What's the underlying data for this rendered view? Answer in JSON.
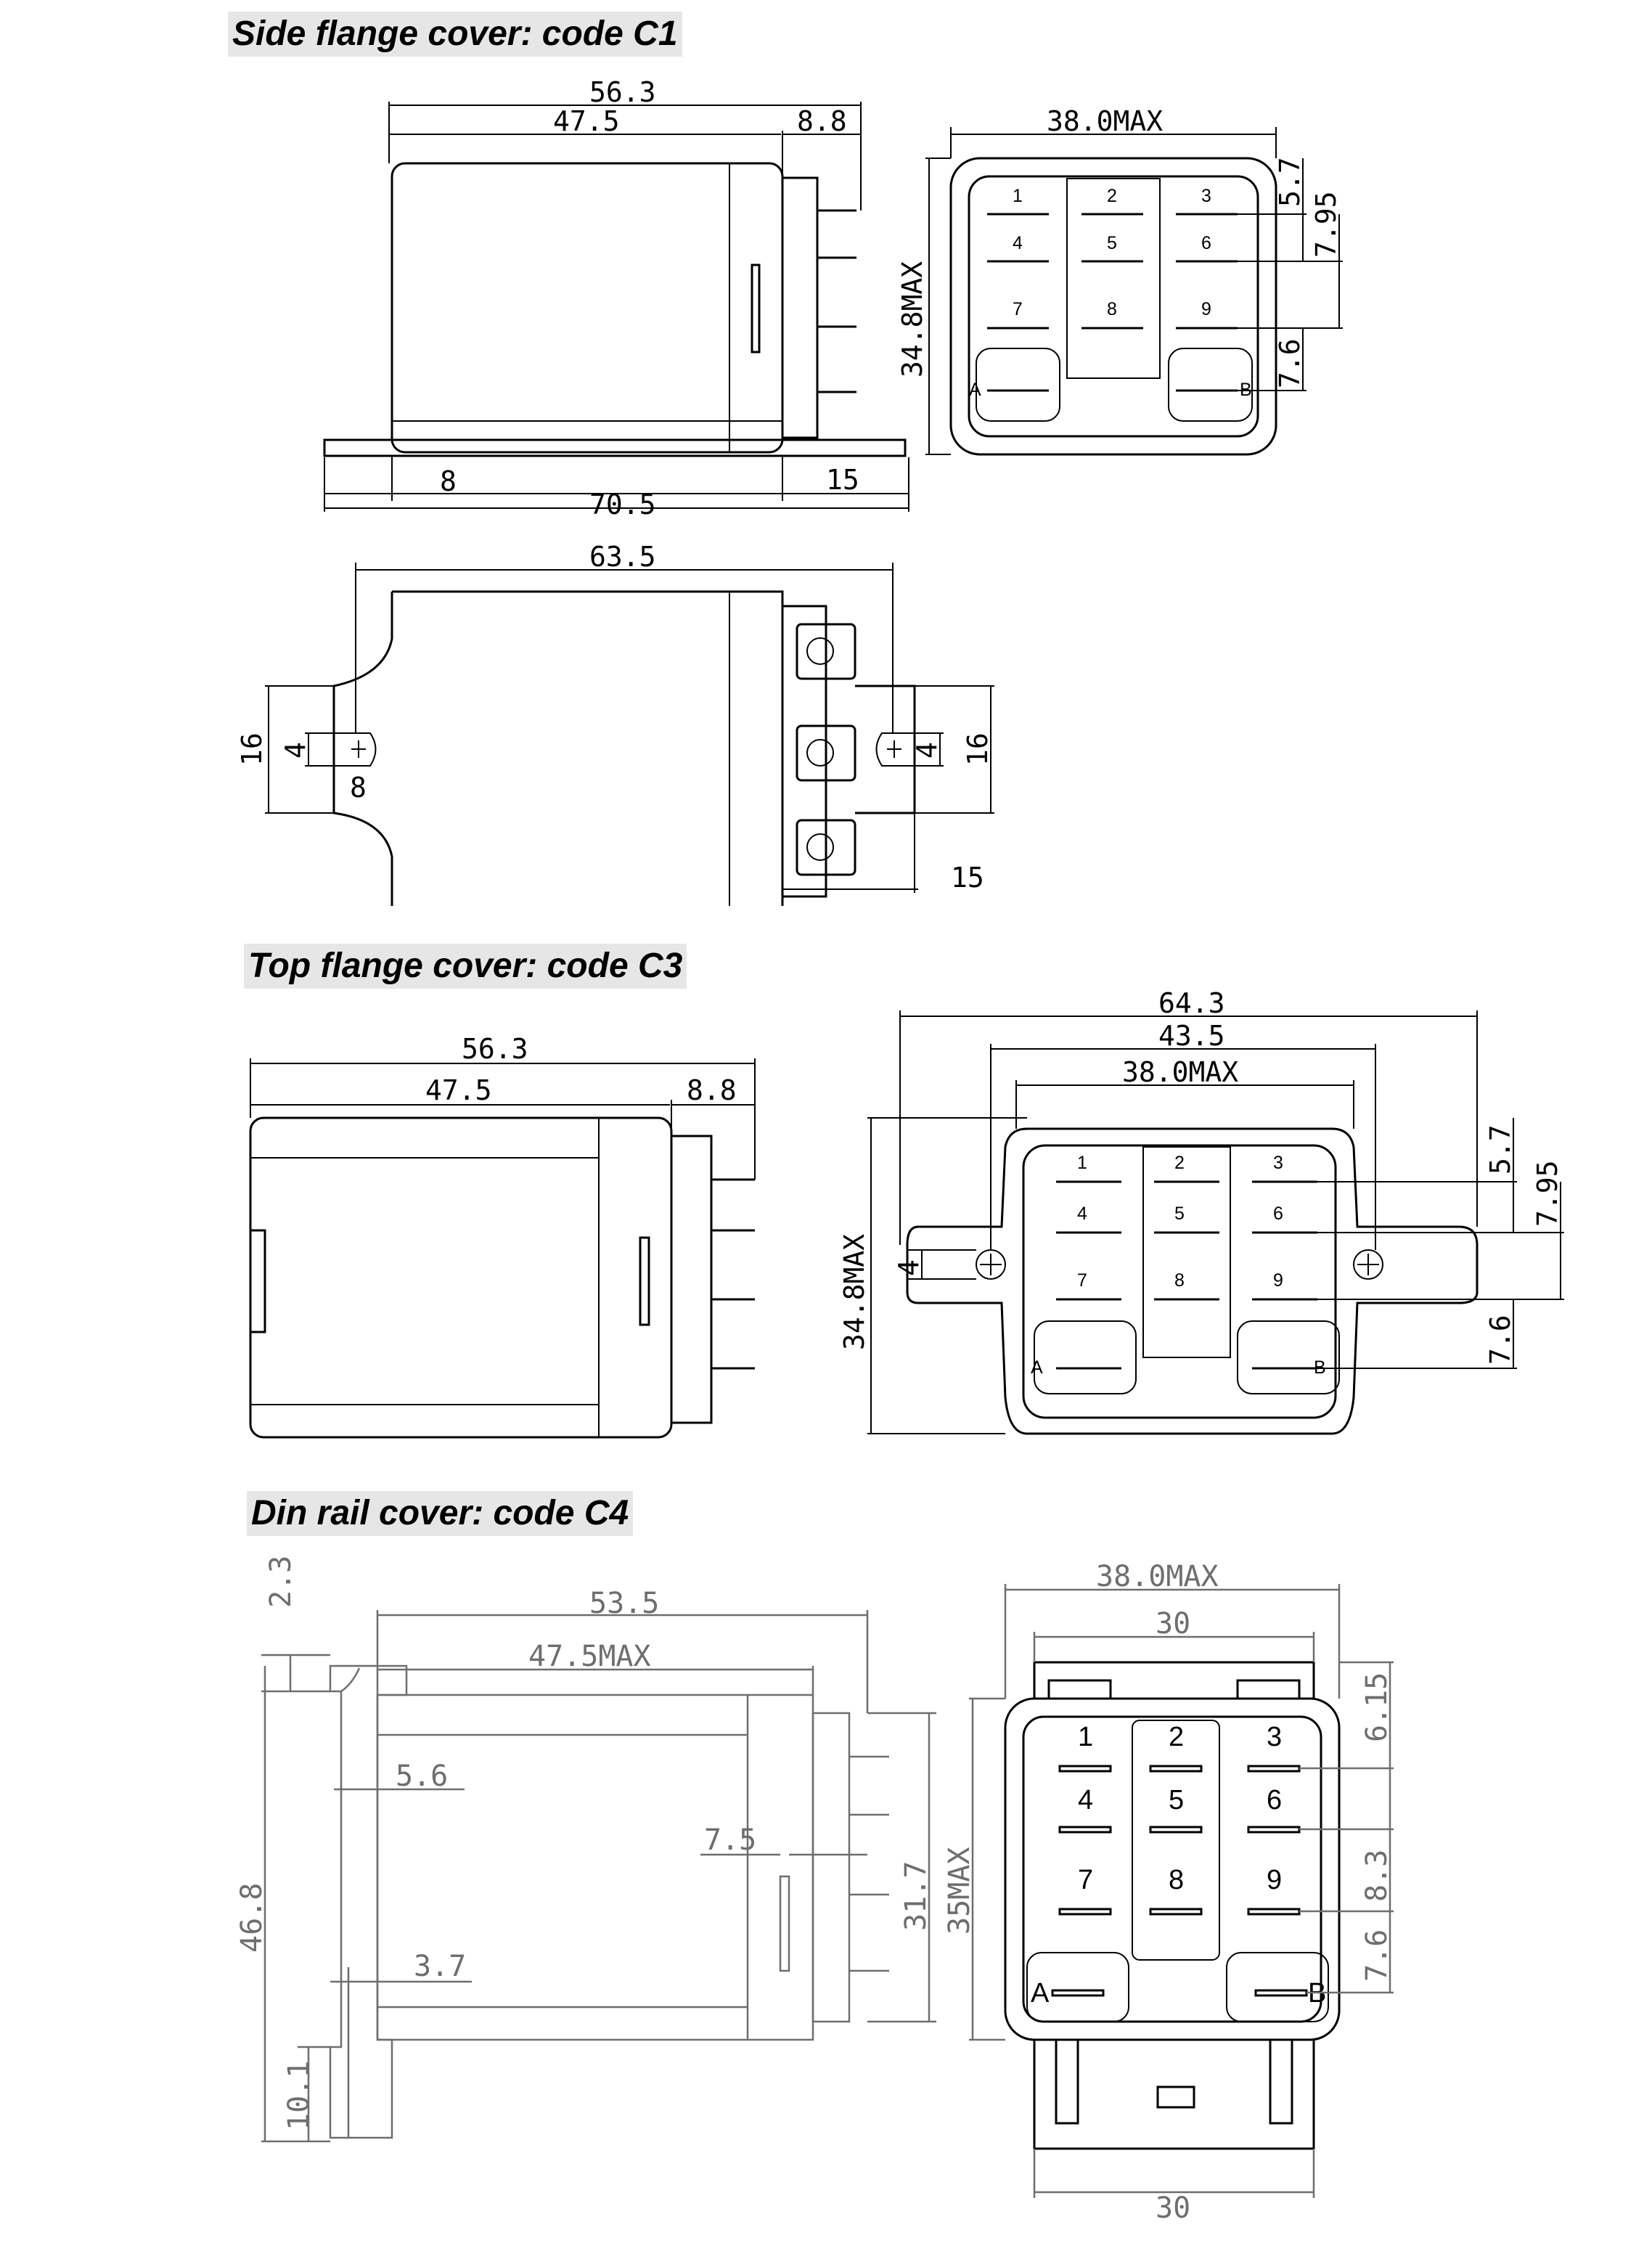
{
  "titles": {
    "c1": "Side flange cover: code C1",
    "c3": "Top flange cover: code C3",
    "c4": "Din rail cover: code C4"
  },
  "c1": {
    "side": {
      "d_total": "56.3",
      "d_body": "47.5",
      "d_pin": "8.8",
      "d_flange_left": "8",
      "d_flange_total": "70.5",
      "d_flange_right": "15"
    },
    "front": {
      "d_width": "38.0MAX",
      "d_height": "34.8MAX",
      "d_57": "5.7",
      "d_795": "7.95",
      "d_76": "7.6"
    },
    "top": {
      "d_total": "63.5",
      "d_16_left": "16",
      "d_4_left": "4",
      "d_8": "8",
      "d_4_right": "4",
      "d_16_right": "16",
      "d_15": "15"
    }
  },
  "c3": {
    "side": {
      "d_total": "56.3",
      "d_body": "47.5",
      "d_pin": "8.8"
    },
    "front": {
      "d_overall": "64.3",
      "d_holes": "43.5",
      "d_width": "38.0MAX",
      "d_height": "34.8MAX",
      "d_4": "4",
      "d_57": "5.7",
      "d_795": "7.95",
      "d_76": "7.6"
    }
  },
  "c4": {
    "side": {
      "d_23": "2.3",
      "d_535": "53.5",
      "d_475": "47.5MAX",
      "d_56": "5.6",
      "d_75": "7.5",
      "d_317": "31.7",
      "d_37": "3.7",
      "d_468": "46.8",
      "d_101": "10.1"
    },
    "front": {
      "d_width": "38.0MAX",
      "d_30_top": "30",
      "d_height": "35MAX",
      "d_615": "6.15",
      "d_83": "8.3",
      "d_76": "7.6",
      "d_30_bottom": "30"
    }
  },
  "pins": [
    "1",
    "2",
    "3",
    "4",
    "5",
    "6",
    "7",
    "8",
    "9",
    "A",
    "B"
  ]
}
